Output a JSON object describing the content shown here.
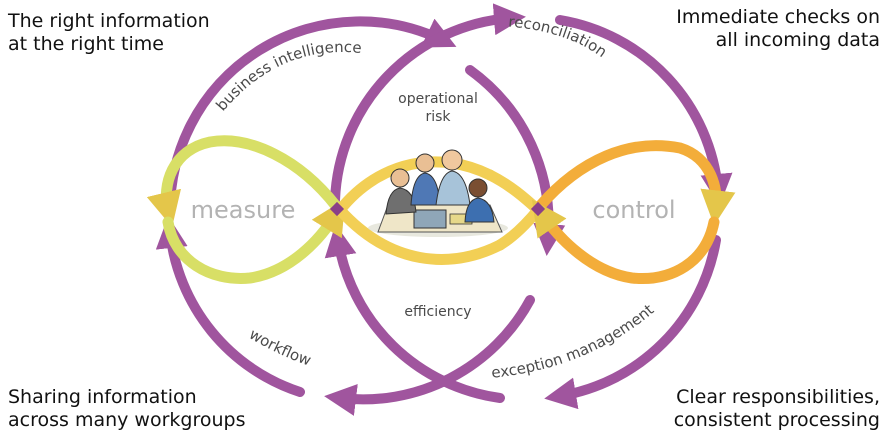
{
  "corners": {
    "top_left": [
      "The right information",
      "at the right time"
    ],
    "top_right": [
      "Immediate checks on",
      "all incoming data"
    ],
    "bottom_left": [
      "Sharing information",
      "across many workgroups"
    ],
    "bottom_right": [
      "Clear responsibilities,",
      "consistent processing"
    ]
  },
  "arc_labels": {
    "business_intelligence": "business intelligence",
    "reconciliation": "reconciliation",
    "workflow": "workflow",
    "exception_management": "exception management"
  },
  "inner_labels": {
    "operational_risk_line1": "operational",
    "operational_risk_line2": "risk",
    "efficiency": "efficiency"
  },
  "loop_labels": {
    "measure": "measure",
    "control": "control"
  },
  "colors": {
    "ring": "#a0559e",
    "ring_dark": "#8a3f88",
    "loop_left": "#d8df66",
    "loop_mid": "#f2cf55",
    "loop_right": "#f3ad3a",
    "node": "#8a3f88"
  },
  "illustration": "business-team-clipart"
}
